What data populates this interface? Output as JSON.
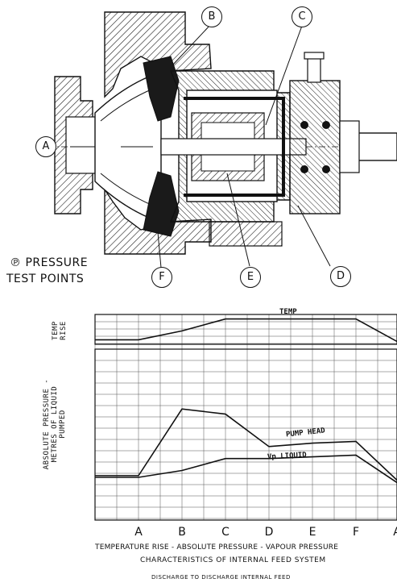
{
  "callouts": {
    "a": "A",
    "b": "B",
    "c": "C",
    "d": "D",
    "e": "E",
    "f": "F"
  },
  "pressure_legend": {
    "symbol": "℗",
    "line1": "PRESSURE",
    "line2": "TEST POINTS"
  },
  "chart_data": {
    "type": "line",
    "categories": [
      "A",
      "B",
      "C",
      "D",
      "E",
      "F",
      "A"
    ],
    "panels": [
      {
        "ylabel_lines": [
          "TEMP",
          "RISE"
        ],
        "series": [
          {
            "name": "TEMP",
            "values": [
              0.15,
              0.45,
              0.85,
              0.85,
              0.85,
              0.85,
              0.05
            ]
          }
        ]
      },
      {
        "ylabel_lines": [
          "ABSOLUTE PRESSURE -",
          "METRES OF LIQUID",
          "PUMPED"
        ],
        "series": [
          {
            "name": "PUMP HEAD",
            "values": [
              0.26,
              0.65,
              0.62,
              0.43,
              0.45,
              0.46,
              0.22
            ]
          },
          {
            "name": "Vp LIQUID",
            "values": [
              0.25,
              0.29,
              0.36,
              0.36,
              0.37,
              0.38,
              0.21
            ]
          }
        ]
      }
    ],
    "xlabel": "TEMPERATURE RISE - ABSOLUTE PRESSURE - VAPOUR PRESSURE",
    "title": "CHARACTERISTICS OF INTERNAL FEED SYSTEM",
    "subtitle": "DISCHARGE TO DISCHARGE INTERNAL FEED",
    "grid": true
  }
}
